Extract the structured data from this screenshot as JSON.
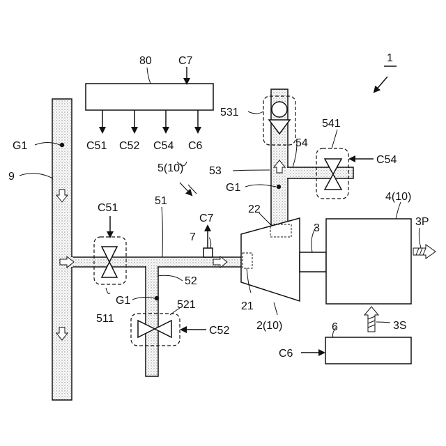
{
  "labels": {
    "system": "1",
    "controller": "80",
    "c7_top": "C7",
    "c51_out": "C51",
    "c52_out": "C52",
    "c54_out": "C54",
    "c6_out": "C6",
    "g1_left": "G1",
    "pipe9": "9",
    "c51": "C51",
    "n511": "511",
    "n51": "51",
    "n5": "5(10)",
    "n7": "7",
    "c7_sensor": "C7",
    "n52": "52",
    "g1_bottom": "G1",
    "n521": "521",
    "c52": "C52",
    "n531": "531",
    "n541": "541",
    "n54": "54",
    "c54": "C54",
    "n53": "53",
    "g1_right": "G1",
    "n22": "22",
    "n21": "21",
    "n2": "2(10)",
    "n3": "3",
    "n4": "4(10)",
    "n3p": "3P",
    "n3s": "3S",
    "n6": "6",
    "c6": "C6"
  },
  "colors": {
    "line": "#111111",
    "pipe_fill": "#e6e6e6"
  }
}
